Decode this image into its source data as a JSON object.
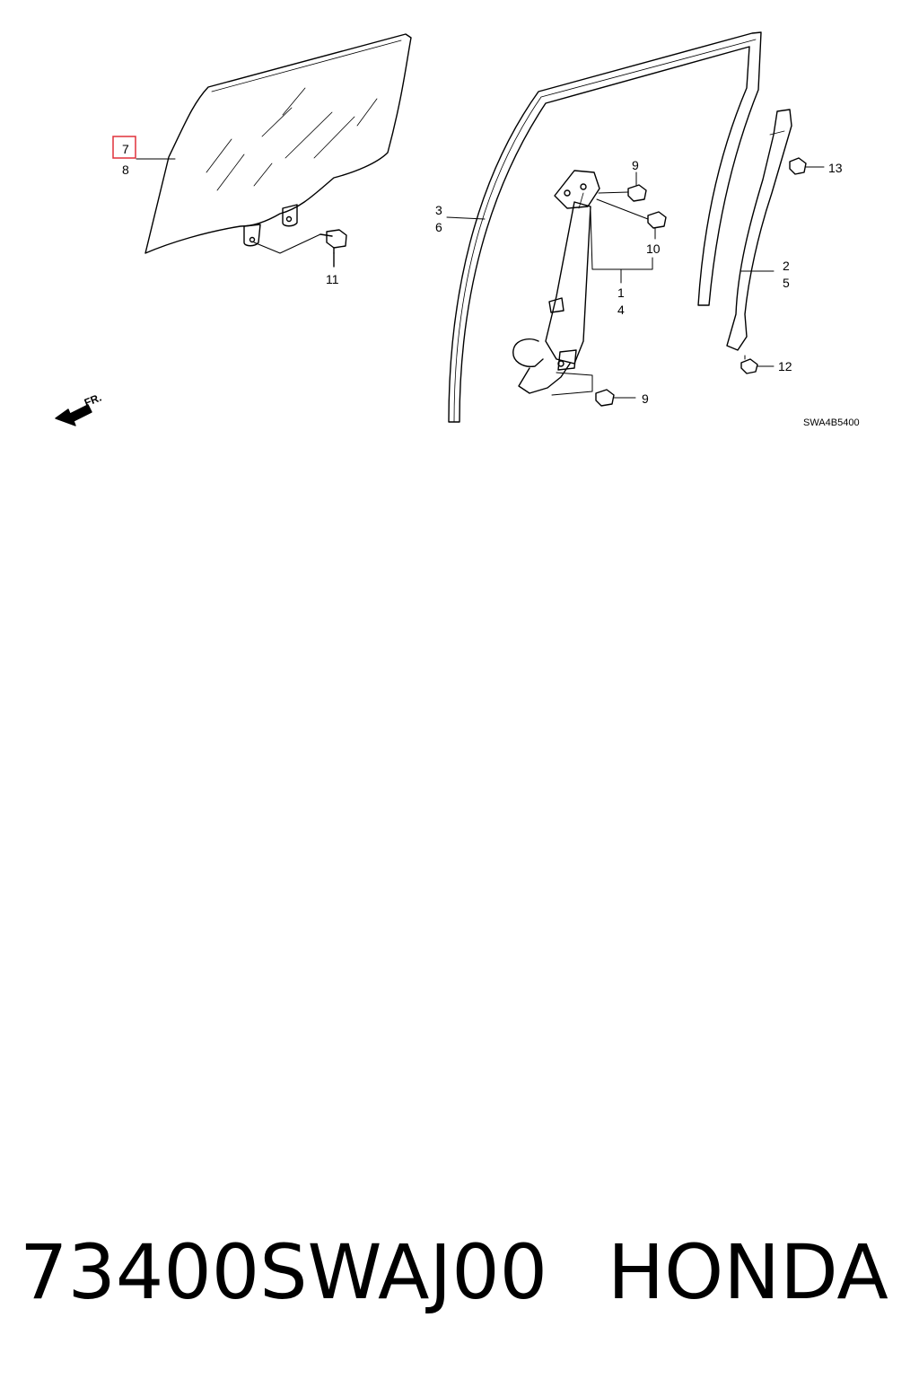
{
  "diagram": {
    "callouts": {
      "glass_primary": "7",
      "glass_alt": "8",
      "bolt_glass": "11",
      "channel_primary": "3",
      "channel_alt": "6",
      "bolt_top": "9",
      "bolt_mid": "10",
      "regulator_primary": "1",
      "regulator_alt": "4",
      "bolt_bottom": "9",
      "nut_top": "13",
      "rear_channel_primary": "2",
      "rear_channel_alt": "5",
      "screw_bottom": "12"
    },
    "highlight_color": "#e0303a",
    "front_direction_label": "FR.",
    "diagram_code": "SWA4B5400"
  },
  "footer": {
    "part_number": "73400SWAJ00",
    "brand": "HONDA"
  }
}
